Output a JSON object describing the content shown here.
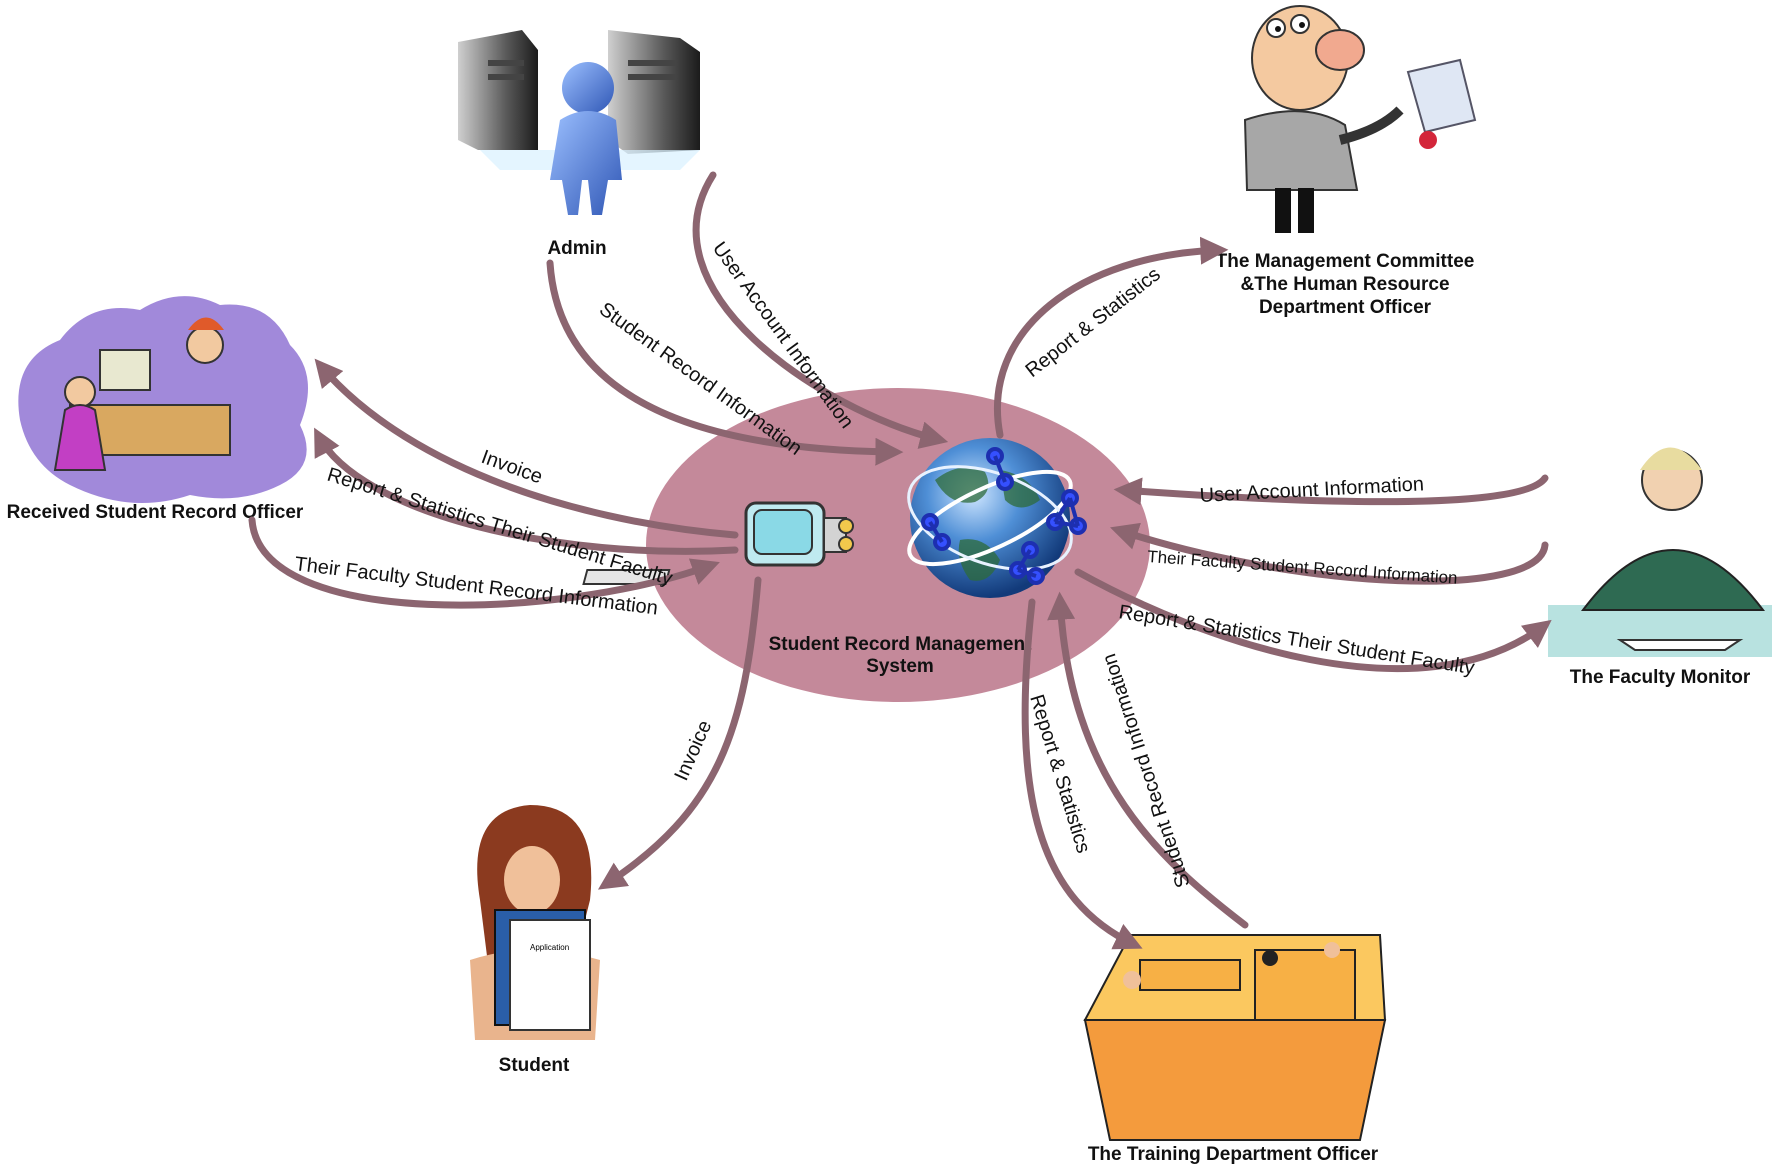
{
  "system": {
    "label_line1": "Student Record Management",
    "label_line2": "System"
  },
  "actors": {
    "admin": "Admin",
    "management_line1": "The Management Committee",
    "management_line2": "&The Human Resource",
    "management_line3": "Department Officer",
    "received_officer": "Received Student Record Officer",
    "faculty_monitor": "The Faculty Monitor",
    "student": "Student",
    "training_officer": "The Training Department Officer"
  },
  "flows": {
    "admin_user_account": "User Account Information",
    "admin_student_record": "Student Record Information",
    "mgmt_report": "Report & Statistics",
    "officer_invoice": "Invoice",
    "officer_report": "Report & Statistics Their Student Faculty",
    "officer_record": "Their Faculty Student Record Information",
    "monitor_user_account": "User Account Information",
    "monitor_record": "Their Faculty Student Record Information",
    "monitor_report": "Report & Statistics Their Student Faculty",
    "student_invoice": "Invoice",
    "training_report": "Report & Statistics",
    "training_record": "Student Record Information"
  },
  "application_text": "Application",
  "colors": {
    "flow": "#8c6570",
    "system_ellipse": "#c4899a"
  }
}
